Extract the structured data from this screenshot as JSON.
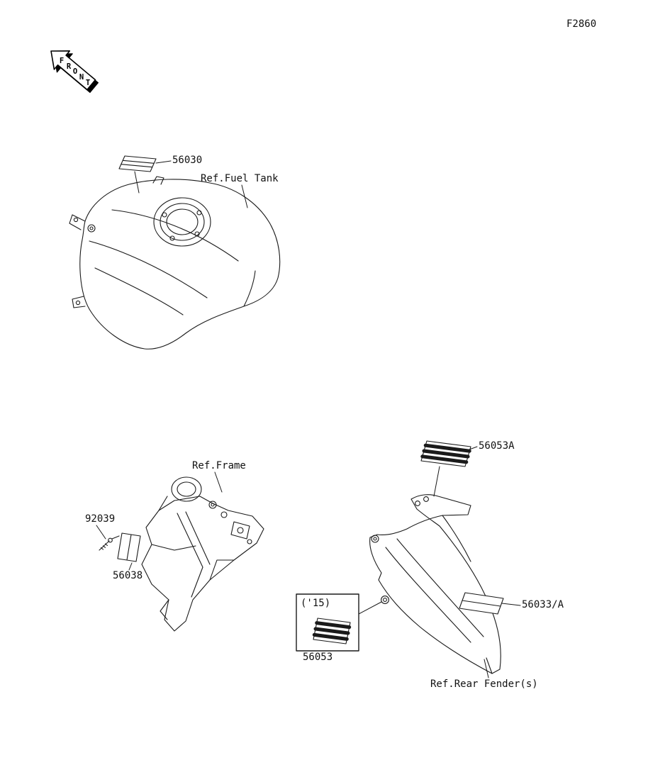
{
  "page": {
    "code": "F2860"
  },
  "front_arrow": {
    "word": "FRONT",
    "letters": [
      "F",
      "R",
      "O",
      "N",
      "T"
    ]
  },
  "labels": {
    "fuel_tank_decal_number": "56030",
    "fuel_tank_ref": "Ref.Fuel Tank",
    "frame_ref": "Ref.Frame",
    "screw_number": "92039",
    "frame_decal_number": "56038",
    "rear_decal_top_number": "56053A",
    "rear_decal_side_number": "56033/A",
    "year_variant": "('15)",
    "year_decal_number": "56053",
    "rear_fender_ref": "Ref.Rear Fender(s)"
  },
  "colors": {
    "line": "#1a1a1a",
    "paper": "#ffffff"
  }
}
